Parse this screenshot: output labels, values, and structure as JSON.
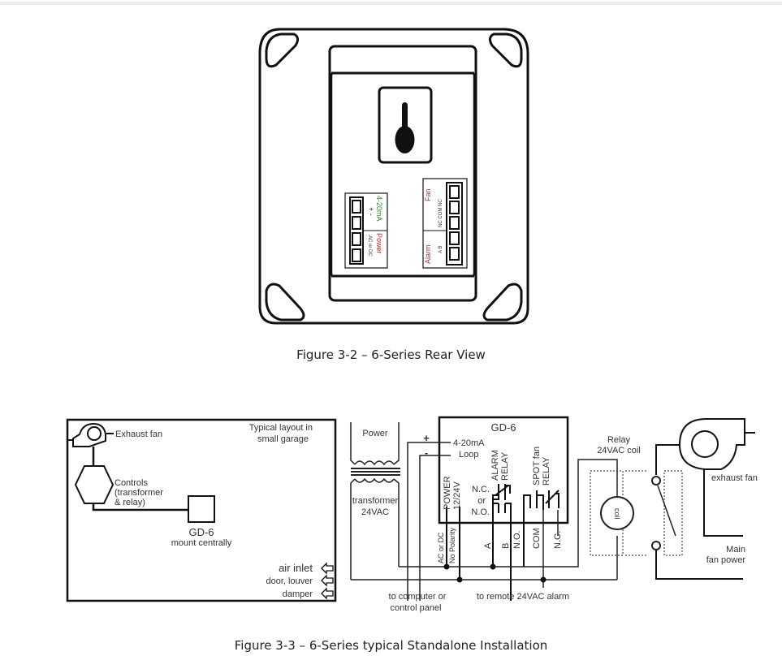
{
  "figure_3_2": {
    "caption": "Figure 3-2 – 6-Series Rear View",
    "terminal_left": {
      "label_top": "4-20mA",
      "label_top_pins": "+   -",
      "label_bottom": "Power",
      "label_bottom_sub": "AC or DC"
    },
    "terminal_right": {
      "label_top": "Fan",
      "label_top_pins": "NC COM NC",
      "label_bottom": "Alarm",
      "label_bottom_pins": "A  B"
    },
    "colors": {
      "text_green": "#3a8a3a",
      "text_red": "#b03030"
    }
  },
  "figure_3_3": {
    "caption": "Figure 3-3 – 6-Series typical Standalone Installation",
    "layout_panel": {
      "title_line1": "Typical layout in",
      "title_line2": "small garage",
      "exhaust_fan": "Exhaust fan",
      "controls_line1": "Controls",
      "controls_line2": "(transformer",
      "controls_line3": "& relay)",
      "device": "GD-6",
      "device_note": "mount centrally",
      "air_inlet": "air inlet",
      "inlet_line2": "door, louver",
      "inlet_line3": "damper"
    },
    "wiring": {
      "power": "Power",
      "transformer_line1": "transformer",
      "transformer_line2": "24VAC",
      "plus": "+",
      "minus": "-",
      "device": "GD-6",
      "loop_line1": "4-20mA",
      "loop_line2": "Loop",
      "power_line1": "POWER",
      "power_line2": "12/24V",
      "alarm_relay_line1": "ALARM",
      "alarm_relay_line2": "RELAY",
      "nc": "N.C.",
      "or": "or",
      "no": "N.O.",
      "spot_line1": "SPOT fan",
      "spot_line2": "RELAY",
      "ac_dc": "AC or DC",
      "no_polarity": "No Polarity",
      "term_a": "A",
      "term_b": "B",
      "term_no": "N.O.",
      "term_com": "COM",
      "term_nc": "N.C.",
      "to_computer_line1": "to computer or",
      "to_computer_line2": "control panel",
      "to_alarm": "to remote 24VAC alarm",
      "relay_line1": "Relay",
      "relay_line2": "24VAC coil",
      "coil": "coil",
      "exhaust_fan": "exhaust fan",
      "main_line1": "Main",
      "main_line2": "fan power"
    }
  }
}
